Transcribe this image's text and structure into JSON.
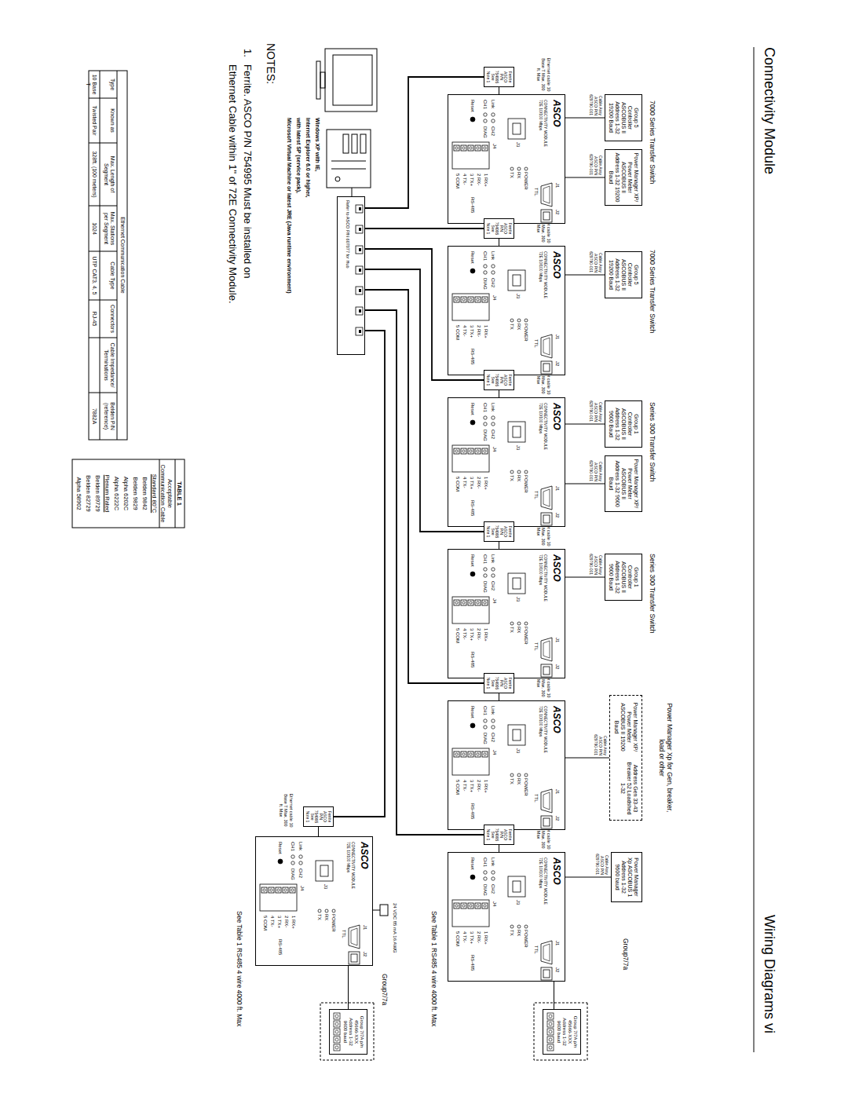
{
  "diagram": {
    "title": "Connectivity Module",
    "nodes": [
      {
        "text": [
          "Group 5 Controller ASCOBUS II Address 1-32 19200 Baud"
        ]
      },
      {
        "text": [
          "Power Manager XP/ Power Meter ASCOBUS II Address 1-32 19200 Baud"
        ]
      },
      {
        "text": [
          "Group 5 Controller ASCOBUS II Address 1-32 19200 Baud"
        ]
      },
      {
        "text": [
          "Group 1 Controller ASCOBUS II Address 1-32 9600 Baud"
        ]
      },
      {
        "text": [
          "Power Manager XP/ Power Meter ASCOBUS II Address 1-32 9600 Baud"
        ]
      },
      {
        "text": [
          "Group 1 Controller ASCOBUS II Address 1-32 9600 Baud"
        ]
      },
      {
        "text": [
          "Power Manager XP/ Power Meter ASCOBUS II 19200 Baud",
          "Address Gen 33-43 Breaker 52 Loadshed 1-32"
        ]
      },
      {
        "text": [
          "Power Manager Xp ASCOBUS 1 Address 1-32 9600 baud"
        ]
      },
      {
        "text": [
          "Group 7/7A p/n 45666-XXX Address 1-32 9600 baud"
        ]
      },
      {
        "text": [
          "ASCO",
          "CONNECTIVITY MODULE 72E 10/100 Mbps",
          "J3",
          "Link",
          "CH1",
          "CH2",
          "DIAG",
          "Reset",
          "POWER",
          "RX",
          "TX",
          "TTL",
          "J1",
          "J2",
          "J4",
          "1 RX+",
          "2 RX-",
          "3 TX+",
          "4 TX-",
          "5 COM",
          "RS-485"
        ]
      },
      {
        "text": [
          "ASCO",
          "CONNECTIVITY MODULE 72E 10/100 Mbps",
          "J3",
          "Link",
          "CH1",
          "CH2",
          "DIAG",
          "Reset",
          "POWER",
          "RX",
          "TX",
          "TTL",
          "J1",
          "J2",
          "J4",
          "1 RX+",
          "2 RX-",
          "3 TX+",
          "4 TX-",
          "5 COM",
          "RS-485"
        ]
      },
      {
        "text": [
          "ASCO",
          "CONNECTIVITY MODULE 72E 10/100 Mbps",
          "J3",
          "Link",
          "CH1",
          "CH2",
          "DIAG",
          "Reset",
          "POWER",
          "RX",
          "TX",
          "TTL",
          "J1",
          "J2",
          "J4",
          "1 RX+",
          "2 RX-",
          "3 TX+",
          "4 TX-",
          "5 COM",
          "RS-485"
        ]
      },
      {
        "text": [
          "ASCO",
          "CONNECTIVITY MODULE 72E 10/100 Mbps",
          "J3",
          "Link",
          "CH1",
          "CH2",
          "DIAG",
          "Reset",
          "POWER",
          "RX",
          "TX",
          "TTL",
          "J1",
          "J2",
          "J4",
          "1 RX+",
          "2 RX-",
          "3 TX+",
          "4 TX-",
          "5 COM",
          "RS-485"
        ]
      },
      {
        "text": [
          "ASCO",
          "CONNECTIVITY MODULE 72E 10/100 Mbps",
          "J3",
          "Link",
          "CH1",
          "CH2",
          "DIAG",
          "Reset",
          "POWER",
          "RX",
          "TX",
          "TTL",
          "J1",
          "J2",
          "J4",
          "1 RX+",
          "2 RX-",
          "3 TX+",
          "4 TX-",
          "5 COM",
          "RS-485"
        ]
      },
      {
        "text": [
          "ASCO",
          "CONNECTIVITY MODULE 72E 10/100 Mbps",
          "J3",
          "Link",
          "CH1",
          "CH2",
          "DIAG",
          "Reset",
          "POWER",
          "RX",
          "TX",
          "TTL",
          "J1",
          "J2",
          "J4",
          "1 RX+",
          "2 RX-",
          "3 TX+",
          "4 TX-",
          "5 COM",
          "RS-485"
        ]
      },
      {
        "text": [
          "ASCO",
          "CONNECTIVITY MODULE 72E 10/100 Mbps",
          "J3",
          "Link",
          "CH1",
          "CH2",
          "DIAG",
          "Reset",
          "POWER",
          "RX",
          "TX",
          "TTL",
          "J1",
          "J2",
          "J4",
          "1 RX+",
          "2 RX-",
          "3 TX+",
          "4 TX-",
          "5 COM",
          "RS-485"
        ]
      },
      {
        "text": [
          "Group 7/7A p/n 45666-XXX Address 1-32 9600 baud"
        ]
      },
      {
        "text": [
          "Ferrite ASCO P/N 754995 See Note 1"
        ]
      },
      {
        "text": [
          "Ferrite ASCO P/N 754995 See Note 1"
        ]
      },
      {
        "text": [
          "Ferrite ASCO P/N 754995 See Note 1"
        ]
      },
      {
        "text": [
          "Ferrite ASCO P/N 754995 See Note 1"
        ]
      },
      {
        "text": [
          "Ferrite ASCO P/N 754995 See Note 1"
        ]
      },
      {
        "text": [
          "Ferrite ASCO P/N 754995 See Note 1"
        ]
      },
      {
        "text": [
          "Ferrite ASCO P/N 754995 See Note 1"
        ]
      },
      {
        "text": [
          "Refer to ASCO P/N 607077 for Hub"
        ]
      }
    ],
    "edges": [
      {
        "from": 0,
        "to": 9,
        "label": "Cable Assy ASCO P/N 629790-001",
        "arrow": "none"
      },
      {
        "from": 1,
        "to": 9,
        "label": "Cable Assy ASCO P/N 629790-001",
        "arrow": "none"
      },
      {
        "from": 2,
        "to": 10,
        "label": "Cable Assy ASCO P/N 629790-001",
        "arrow": "none"
      },
      {
        "from": 3,
        "to": 11,
        "label": "Cable Assy ASCO P/N 629790-001",
        "arrow": "none"
      },
      {
        "from": 4,
        "to": 11,
        "label": "Cable Assy ASCO P/N 629790-001",
        "arrow": "none"
      },
      {
        "from": 5,
        "to": 12,
        "label": "Cable Assy ASCO P/N 629790-001",
        "arrow": "none"
      },
      {
        "from": 6,
        "to": 13,
        "label": "Cable Assy ASCO P/N 629790-001",
        "arrow": "none"
      },
      {
        "from": 7,
        "to": 14,
        "label": "Cable Assy ASCO P/N 629790-001",
        "arrow": "none"
      },
      {
        "from": 14,
        "to": 8,
        "arrow": "none"
      },
      {
        "from": 15,
        "to": 16,
        "arrow": "none"
      },
      {
        "from": 24,
        "to": 17,
        "arrow": "none"
      },
      {
        "from": 24,
        "to": 18,
        "arrow": "none"
      },
      {
        "from": 24,
        "to": 19,
        "arrow": "none"
      },
      {
        "from": 24,
        "to": 20,
        "arrow": "none"
      },
      {
        "from": 24,
        "to": 21,
        "arrow": "none"
      },
      {
        "from": 24,
        "to": 22,
        "arrow": "none"
      },
      {
        "from": 24,
        "to": 23,
        "arrow": "none"
      },
      {
        "from": 17,
        "to": 9,
        "arrow": "none"
      },
      {
        "from": 18,
        "to": 10,
        "arrow": "none"
      },
      {
        "from": 19,
        "to": 11,
        "arrow": "none"
      },
      {
        "from": 20,
        "to": 12,
        "arrow": "none"
      },
      {
        "from": 21,
        "to": 13,
        "arrow": "none"
      },
      {
        "from": 22,
        "to": 14,
        "arrow": "none"
      },
      {
        "from": 23,
        "to": 15,
        "arrow": "none"
      }
    ],
    "labels": [
      "Wiring Diagrams vi",
      "7000 Series Transfer Switch",
      "7000 Series Transfer Switch",
      "Series 300 Transfer Switch",
      "Series 300 Transfer Switch",
      "Power Manager Xp for Gen, breaker, load or other",
      "Group7/7a",
      "Ethernet cable 10 Base T Max. 300 ft. Max",
      "Ethernet cable 10 Base T Max. 300 ft. Max",
      "Ethernet cable 10 Base T Max. 300 ft. Max",
      "Ethernet cable 10 Base T Max. 300 ft. Max",
      "Ethernet cable 10 Base T Max. 300 ft. Max",
      "Ethernet cable 10 Base T Max. 300 ft. Max",
      "Ethernet cable 10 Base T Max. 300 ft. Max",
      "See Table 1 RS485 4 wire 4000 ft. Max",
      "Group7/7a",
      "24 VDC 85 mA 16 AWG",
      "See Table 1 RS485 4 wire 4000 ft. Max",
      "Windows XP with IE,",
      "Internet Explorer 6.0 or higher,",
      "with latest SP (service pack),",
      "Microsoft Virtual Machine or latest JRE (Java runtime environment)",
      "NOTES:",
      "1.",
      "Ferrite. ASCO P/N 754995 Must be installed on",
      "Ethernet Cable within 1\" of 72E Connectivity Module.",
      "Ethernet Communication Cable",
      "Type",
      "Known as",
      "Max. Length of Segment",
      "Max. Stations per Segment",
      "Cable Type",
      "Connectors",
      "Cable Impedance/ Terminations",
      "Belden P/N (reference)",
      "10 Base T",
      "Twisted Pair",
      "328ft. (100 meters)",
      "1024",
      "UTP CAT3, 4, 5",
      "RJ-45",
      "7882A",
      "TABLE 1",
      "Acceptable Communication Cable",
      "Standard 80°C",
      "Belden 9842",
      "Belden 9829",
      "Alpha 6202C",
      "Alpha 6222C",
      "Plenum Rated",
      "Belden 89729",
      "Belden 82729",
      "Alpha 58902"
    ]
  }
}
